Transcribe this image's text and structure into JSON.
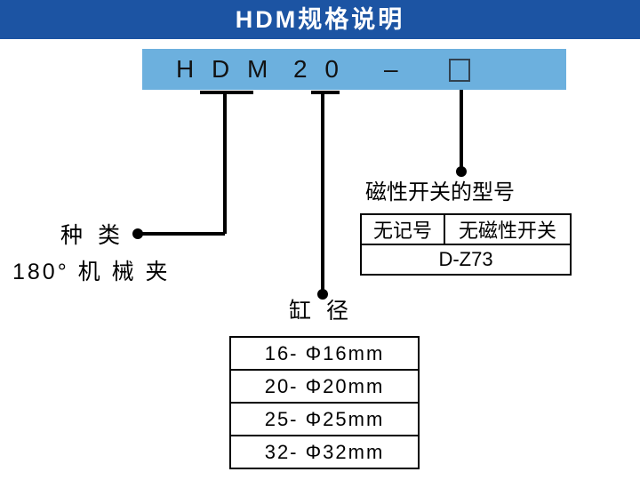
{
  "header": {
    "title": "HDM规格说明",
    "bg_color": "#1c54a3",
    "text_color": "#ffffff"
  },
  "model_code": {
    "bg_color": "#6cb0de",
    "series": "H D M",
    "bore": "2 0",
    "dash": "–",
    "switch_placeholder": "□"
  },
  "callouts": {
    "kind": {
      "label": "种  类",
      "value": "180° 机 械 夹"
    },
    "bore": {
      "label": "缸  径",
      "rows": [
        "16- Φ16mm",
        "20- Φ20mm",
        "25- Φ25mm",
        "32- Φ32mm"
      ]
    },
    "switch": {
      "label": "磁性开关的型号",
      "code_header": "无记号",
      "desc_header": "无磁性开关",
      "model": "D-Z73"
    }
  }
}
